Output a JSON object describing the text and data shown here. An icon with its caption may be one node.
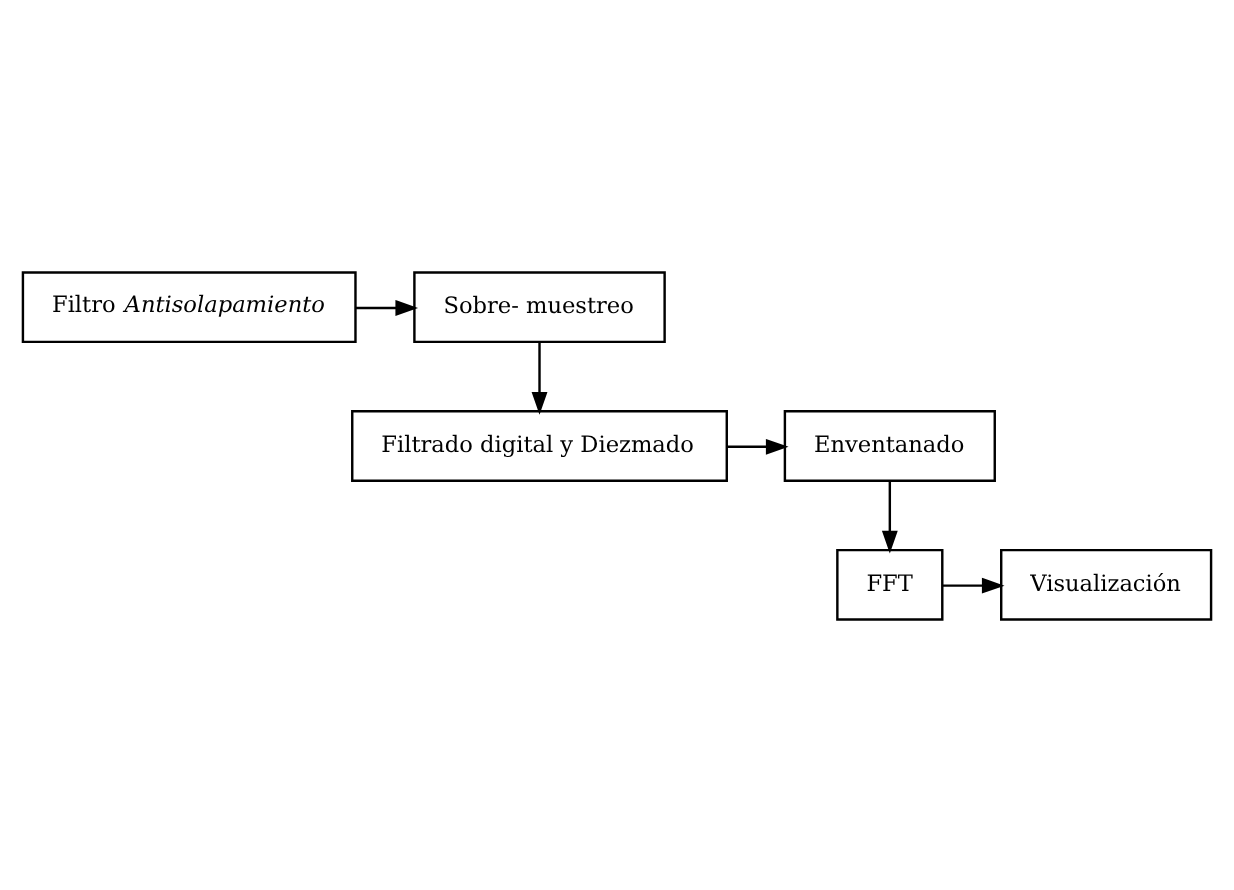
{
  "diagram": {
    "nodes": [
      {
        "text": [
          "Filtro *Antisolapamiento*"
        ]
      },
      {
        "text": [
          "Sobre- muestreo"
        ]
      },
      {
        "text": [
          "Filtrado digital y Diezmado"
        ]
      },
      {
        "text": [
          "Enventanado"
        ]
      },
      {
        "text": [
          "FFT"
        ]
      },
      {
        "text": [
          "Visualización"
        ]
      }
    ],
    "edges": [
      {
        "from": 0,
        "to": 1,
        "arrow": "to"
      },
      {
        "from": 1,
        "to": 2,
        "arrow": "to"
      },
      {
        "from": 2,
        "to": 3,
        "arrow": "to"
      },
      {
        "from": 3,
        "to": 4,
        "arrow": "to"
      },
      {
        "from": 4,
        "to": 5,
        "arrow": "to"
      }
    ]
  }
}
